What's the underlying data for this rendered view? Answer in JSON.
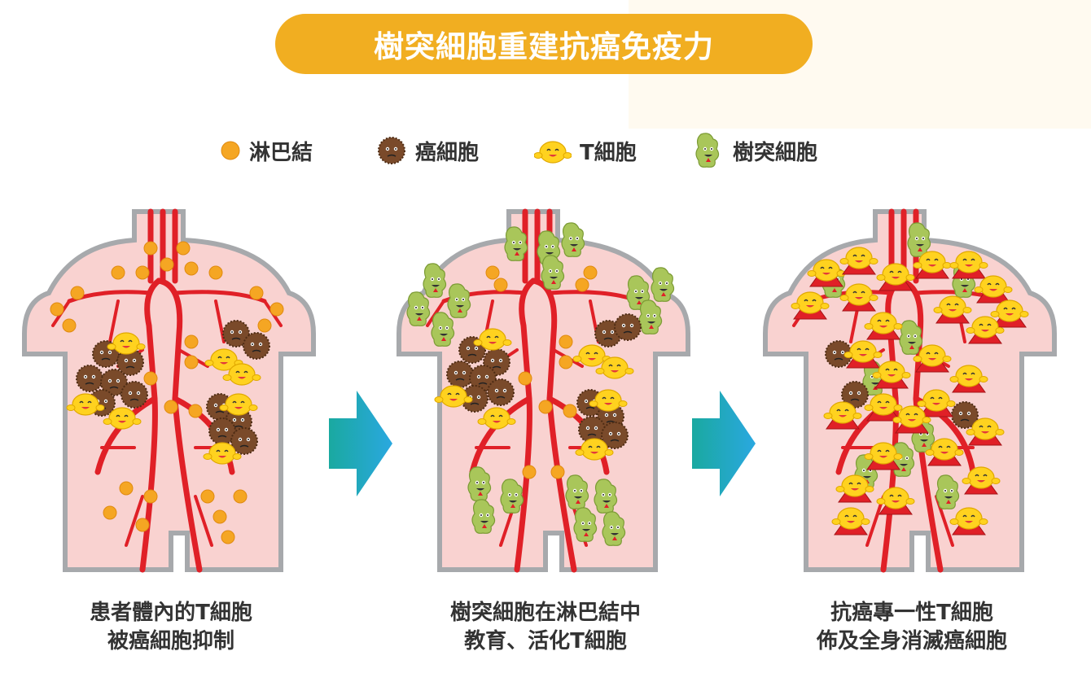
{
  "title": "樹突細胞重建抗癌免疫力",
  "legend": [
    {
      "icon": "lymph-node-icon",
      "label": "淋巴結",
      "color": "#f5a623"
    },
    {
      "icon": "cancer-cell-icon",
      "label": "癌細胞",
      "color": "#7a4a2a"
    },
    {
      "icon": "t-cell-icon",
      "label": "T細胞",
      "color": "#ffd21f"
    },
    {
      "icon": "dendritic-cell-icon",
      "label": "樹突細胞",
      "color": "#a9c65a"
    }
  ],
  "panels": [
    {
      "caption_line1": "患者體內的T細胞",
      "caption_line2": "被癌細胞抑制"
    },
    {
      "caption_line1": "樹突細胞在淋巴結中",
      "caption_line2": "教育、活化T細胞"
    },
    {
      "caption_line1": "抗癌專一性T細胞",
      "caption_line2": "佈及全身消滅癌細胞"
    }
  ],
  "colors": {
    "title_bg": "#f1ae21",
    "body_fill": "#f9d2d0",
    "body_outline": "#a7a9ac",
    "vessel": "#e02027",
    "arrow_teal": "#1aa9a0",
    "arrow_blue": "#2aa8e0"
  }
}
